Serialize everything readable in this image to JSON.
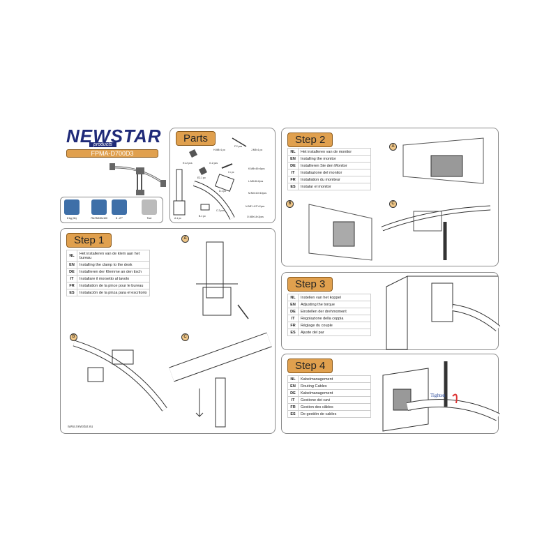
{
  "brand": {
    "name": "NEWSTAR",
    "sub": "products",
    "model": "FPMA-D700D3"
  },
  "specs": [
    {
      "icon": "weight-icon",
      "label": "8 kg (3x)"
    },
    {
      "icon": "vesa-icon",
      "label": "75x75/100x100"
    },
    {
      "icon": "screen-size-icon",
      "label": "8 - 27\""
    },
    {
      "icon": "screwdriver-icon",
      "label": "Tool"
    }
  ],
  "parts": {
    "title": "Parts",
    "items": [
      "A.1 pc",
      "B.1 pc",
      "C.2 pcs",
      "D.1 pc",
      "E1.2 pcs",
      "E2.1 pc",
      "F.2 pcs",
      "G.2 pcs",
      "H.M8×1 pc",
      "I.1 pc",
      "J.M5×1 pc",
      "K.M8×40×4pcs",
      "L.M8×8×2pcs",
      "M.M4×10×10pcs",
      "N.3/8\"×1/2\"×2pcs",
      "O.M8×14×2pcs"
    ]
  },
  "step1": {
    "title": "Step 1",
    "rows": [
      [
        "NL",
        "Het installeren van de klem aan het bureau"
      ],
      [
        "EN",
        "Installing the clamp to the desk"
      ],
      [
        "DE",
        "Installieren der Klemme an den tisch"
      ],
      [
        "IT",
        "Installare il morsetto al tavolo"
      ],
      [
        "FR",
        "Installation de la pince pour le bureau"
      ],
      [
        "ES",
        "Instalación de la pinza para el escritorio"
      ]
    ],
    "callouts": [
      "A",
      "B",
      "C"
    ]
  },
  "step2": {
    "title": "Step 2",
    "rows": [
      [
        "NL",
        "Het installeren van de monitor"
      ],
      [
        "EN",
        "Installing the monitor"
      ],
      [
        "DE",
        "Installieren Sie den Monitor"
      ],
      [
        "IT",
        "Installazione del monitor"
      ],
      [
        "FR",
        "Installation du moniteur"
      ],
      [
        "ES",
        "Instalar el monitor"
      ]
    ],
    "callouts": [
      "A",
      "B",
      "C"
    ]
  },
  "step3": {
    "title": "Step 3",
    "rows": [
      [
        "NL",
        "Instellen van het koppel"
      ],
      [
        "EN",
        "Adjusting the torque"
      ],
      [
        "DE",
        "Einstellen der drehmoment"
      ],
      [
        "IT",
        "Regolazione della coppia"
      ],
      [
        "FR",
        "Réglage du couple"
      ],
      [
        "ES",
        "Ajuste del par"
      ]
    ]
  },
  "step4": {
    "title": "Step 4",
    "rows": [
      [
        "NL",
        "Kabelmanagement"
      ],
      [
        "EN",
        "Routing Cables"
      ],
      [
        "DE",
        "Kabelmanagement"
      ],
      [
        "IT",
        "Gestione dei cavi"
      ],
      [
        "FR",
        "Gestion des câbles"
      ],
      [
        "ES",
        "De gestión de cables"
      ]
    ],
    "note": "Tighten"
  },
  "footer": {
    "url": "www.newstar.eu"
  }
}
